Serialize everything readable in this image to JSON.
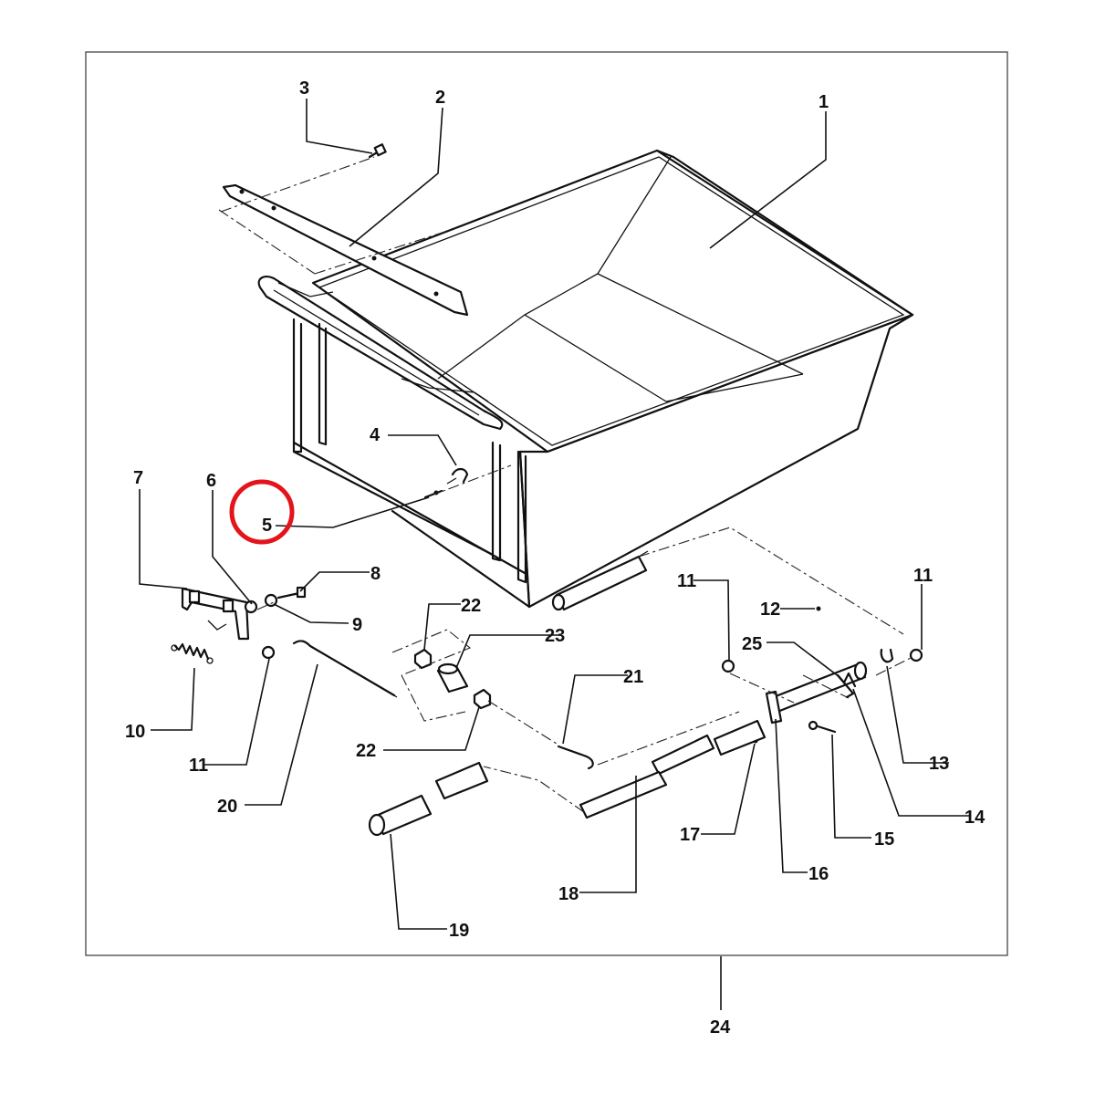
{
  "diagram": {
    "highlighted_callout": "5",
    "highlight_color": "#e3141b",
    "callouts": {
      "c1": "1",
      "c2": "2",
      "c3": "3",
      "c4": "4",
      "c5": "5",
      "c6": "6",
      "c7": "7",
      "c8": "8",
      "c9": "9",
      "c10": "10",
      "c11a": "11",
      "c11b": "11",
      "c11c": "11",
      "c12": "12",
      "c13": "13",
      "c14": "14",
      "c15": "15",
      "c16": "16",
      "c17": "17",
      "c18": "18",
      "c19": "19",
      "c20": "20",
      "c21": "21",
      "c22a": "22",
      "c22b": "22",
      "c23": "23",
      "c24": "24",
      "c25": "25"
    }
  }
}
